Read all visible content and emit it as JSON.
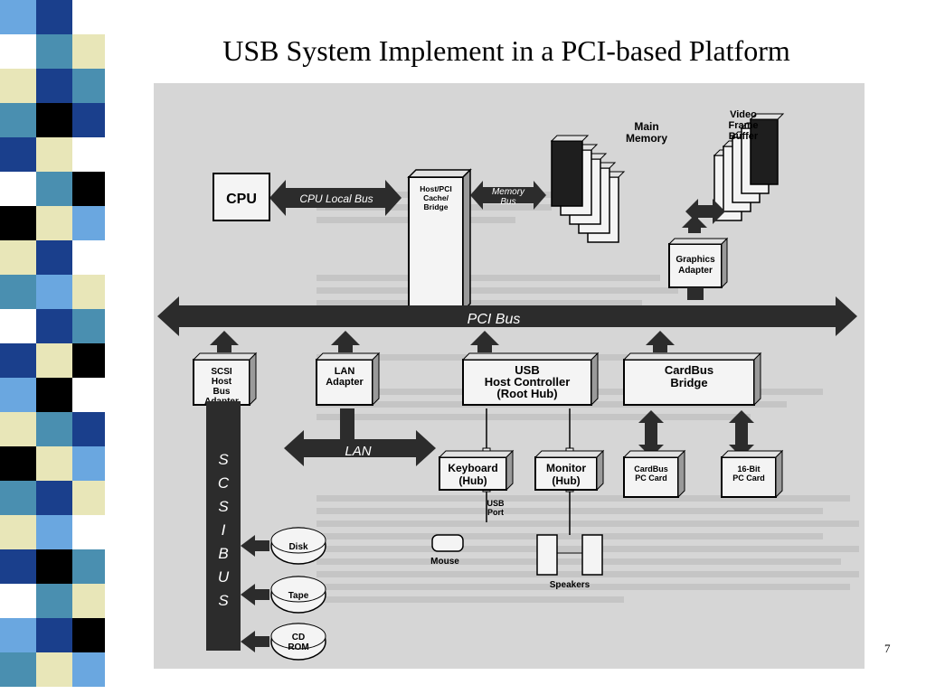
{
  "slide": {
    "title": "USB System Implement in a PCI-based Platform",
    "page_number": "7"
  },
  "diagram": {
    "cpu": "CPU",
    "cpu_local_bus": "CPU Local Bus",
    "host_bridge": [
      "Host/PCI",
      "Cache/",
      "Bridge"
    ],
    "memory_bus": [
      "Memory",
      "Bus"
    ],
    "main_memory": [
      "Main",
      "Memory"
    ],
    "video_frame_buffer": [
      "Video",
      "Frame",
      "Buffer"
    ],
    "graphics_adapter": [
      "Graphics",
      "Adapter"
    ],
    "pci_bus": "PCI Bus",
    "scsi_adapter": [
      "SCSI",
      "Host",
      "Bus",
      "Adapter"
    ],
    "lan_adapter": [
      "LAN",
      "Adapter"
    ],
    "usb_controller": [
      "USB",
      "Host Controller",
      "(Root Hub)"
    ],
    "cardbus_bridge": [
      "CardBus",
      "Bridge"
    ],
    "lan": "LAN",
    "scsi_bus": [
      "S",
      "C",
      "S",
      "I",
      "B",
      "U",
      "S"
    ],
    "keyboard_hub": [
      "Keyboard",
      "(Hub)"
    ],
    "monitor_hub": [
      "Monitor",
      "(Hub)"
    ],
    "usb_port": [
      "USB",
      "Port"
    ],
    "cardbus_card": [
      "CardBus",
      "PC Card"
    ],
    "pc_card_16bit": [
      "16-Bit",
      "PC Card"
    ],
    "mouse": "Mouse",
    "speakers": "Speakers",
    "disk": "Disk",
    "tape": "Tape",
    "cd_rom": [
      "CD",
      "ROM"
    ]
  },
  "colors": {
    "stripe_palette": [
      "#1a3f8c",
      "#4a8fb0",
      "#e8e6b8",
      "#000000",
      "#6aa7e0",
      "#ffffff"
    ],
    "bus_fill": "#2c2c2c",
    "scan_bg": "#d6d6d6"
  }
}
